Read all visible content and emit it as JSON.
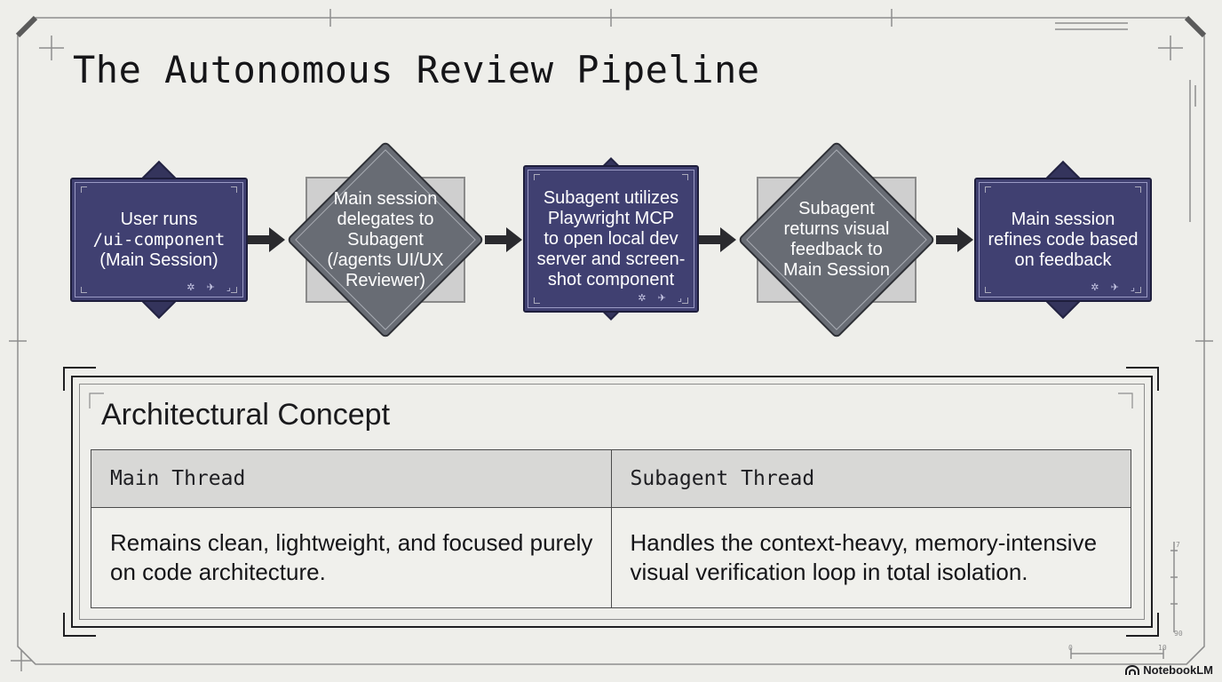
{
  "slide": {
    "title": "The Autonomous Review Pipeline"
  },
  "pipeline": {
    "steps": [
      {
        "shape": "box",
        "lines": [
          "User runs",
          "/ui-component",
          "(Main Session)"
        ],
        "mono": [
          1
        ],
        "glyphs": "✲ ✈ ⌟"
      },
      {
        "shape": "diamond",
        "lines": [
          "Main session",
          "delegates to",
          "Subagent",
          "(/agents UI/UX",
          "Reviewer)"
        ],
        "mono": []
      },
      {
        "shape": "box",
        "lines": [
          "Subagent utilizes",
          "Playwright MCP",
          "to open local dev",
          "server and screen-",
          "shot component"
        ],
        "mono": [],
        "glyphs": "✲ ✈ ⌟"
      },
      {
        "shape": "diamond",
        "lines": [
          "Subagent",
          "returns visual",
          "feedback to",
          "Main Session"
        ],
        "mono": []
      },
      {
        "shape": "box",
        "lines": [
          "Main session",
          "refines code based",
          "on feedback"
        ],
        "mono": [],
        "glyphs": "✲ ✈ ⌟"
      }
    ]
  },
  "concept": {
    "heading": "Architectural Concept",
    "columns": [
      "Main Thread",
      "Subagent Thread"
    ],
    "descriptions": [
      "Remains clean, lightweight, and focused purely on code architecture.",
      "Handles the context-heavy, memory-intensive visual verification loop in total isolation."
    ]
  },
  "ruler": {
    "ticks": [
      "7",
      "0",
      "10",
      "90"
    ]
  },
  "brand": {
    "name": "NotebookLM"
  },
  "colors": {
    "box_fill": "#404071",
    "diamond_fill": "#686c74",
    "background": "#eeeeea",
    "ink": "#1b1b1f"
  }
}
